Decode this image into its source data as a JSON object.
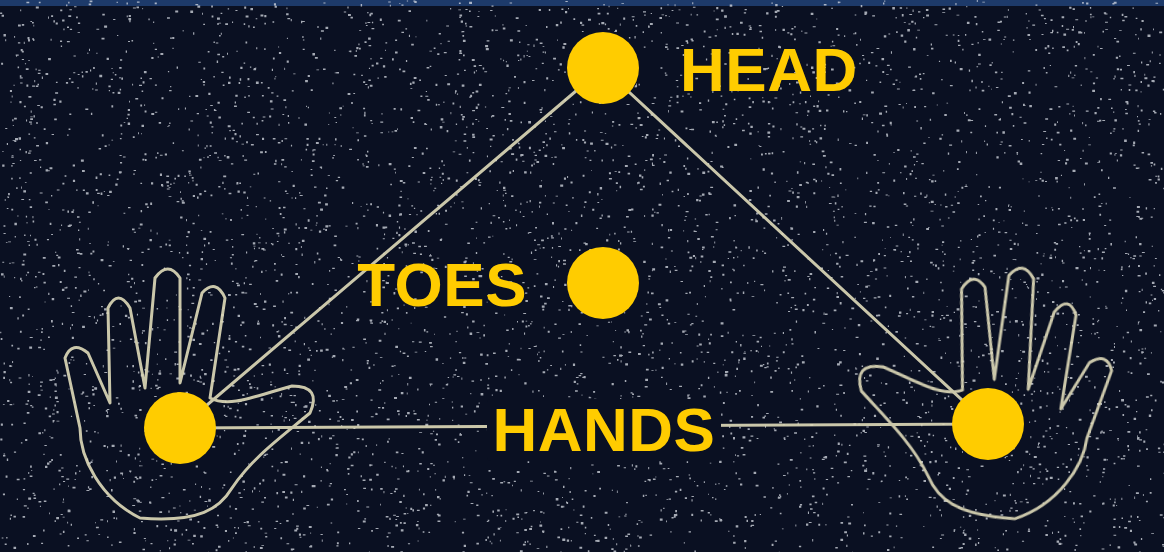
{
  "diagram": {
    "labels": [
      "HEAD",
      "TOES",
      "HANDS"
    ]
  }
}
